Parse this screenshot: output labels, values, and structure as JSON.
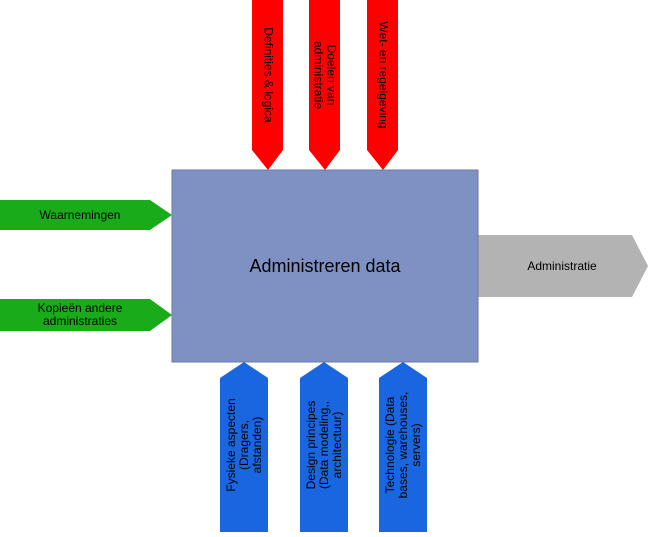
{
  "process": {
    "title": "Administreren data",
    "fill": "#7f91c2"
  },
  "controls": [
    {
      "id": "definities",
      "label": "Definities & logica"
    },
    {
      "id": "doelen",
      "label": "Doelen van administratie"
    },
    {
      "id": "wetgeving",
      "label": "Wet- en regelgeving"
    }
  ],
  "inputs": [
    {
      "id": "waarnemingen",
      "label": "Waarnemingen"
    },
    {
      "id": "kopieen",
      "label": "Kopieën andere administraties"
    }
  ],
  "outputs": [
    {
      "id": "administratie",
      "label": "Administratie"
    }
  ],
  "mechanisms": [
    {
      "id": "fysieke",
      "label": "Fysieke aspecten (Dragers, afstanden)"
    },
    {
      "id": "design",
      "label": "Design principes (Data modeling,, architectuur)"
    },
    {
      "id": "technologie",
      "label": "Technologie (Data bases, warehouses, servers)"
    }
  ],
  "colors": {
    "control": "#ff0000",
    "input": "#1aab1a",
    "output": "#b3b3b3",
    "mechanism": "#1a66e0"
  }
}
